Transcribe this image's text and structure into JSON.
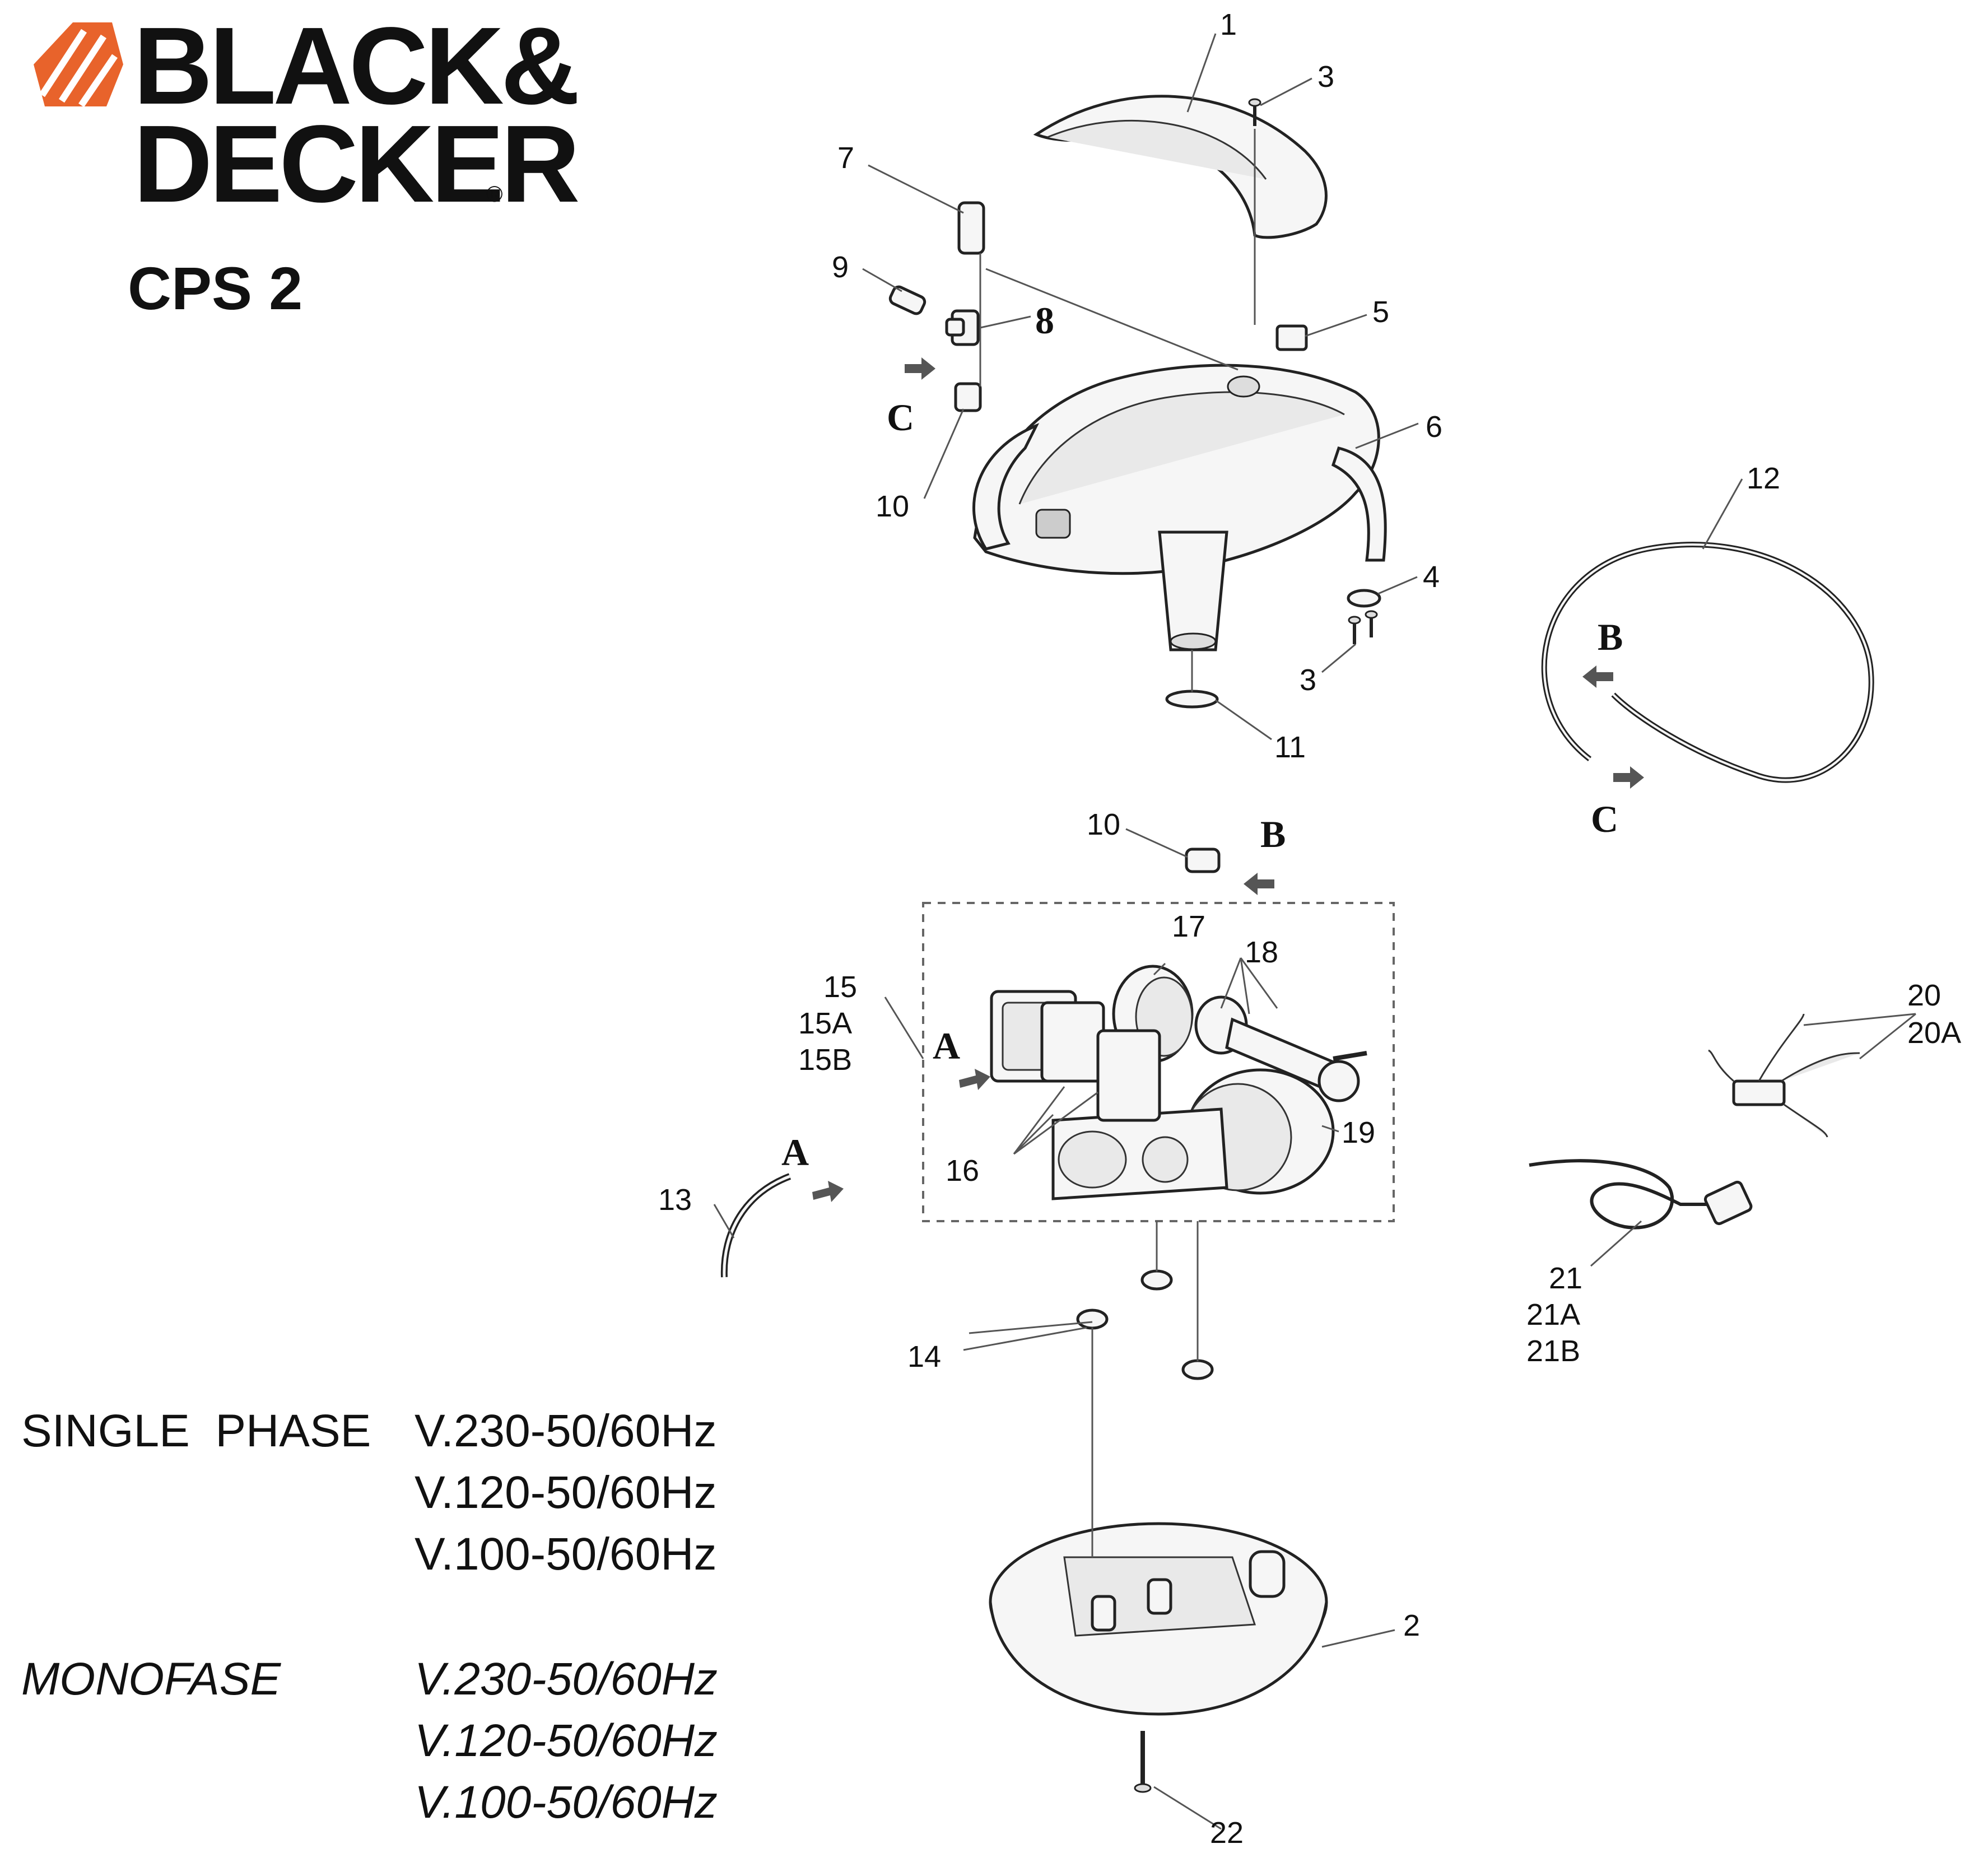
{
  "brand": {
    "line1": "BLACK&",
    "line2": "DECKER",
    "registered": "®",
    "accent_color": "#E8632B"
  },
  "model": "CPS 2",
  "voltage_spec": {
    "single_phase_label": "SINGLE  PHASE",
    "single_phase_values": [
      "V.230-50/60Hz",
      "V.120-50/60Hz",
      "V.100-50/60Hz"
    ],
    "monofase_label": "MONOFASE",
    "monofase_values": [
      "V.230-50/60Hz",
      "V.120-50/60Hz",
      "V.100-50/60Hz"
    ]
  },
  "callouts": {
    "p1": "1",
    "p2": "2",
    "p3a": "3",
    "p3b": "3",
    "p4": "4",
    "p5": "5",
    "p6": "6",
    "p7": "7",
    "p8": "8",
    "p9": "9",
    "p10a": "10",
    "p10b": "10",
    "p11": "11",
    "p12": "12",
    "p13": "13",
    "p14": "14",
    "p15": "15",
    "p15a": "15A",
    "p15b": "15B",
    "p16": "16",
    "p17": "17",
    "p18": "18",
    "p19": "19",
    "p20": "20",
    "p20a": "20A",
    "p21": "21",
    "p21a": "21A",
    "p21b": "21B",
    "p22": "22"
  },
  "connectors": {
    "c_top": "C",
    "b_hose": "B",
    "c_hose": "C",
    "b_comp": "B",
    "a_comp": "A",
    "a_tube": "A"
  }
}
